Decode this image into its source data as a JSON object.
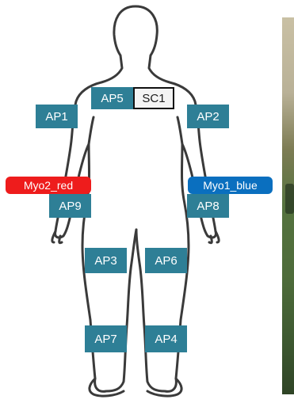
{
  "labels": {
    "ap1": "AP1",
    "ap2": "AP2",
    "ap3": "AP3",
    "ap4": "AP4",
    "ap5": "AP5",
    "ap6": "AP6",
    "ap7": "AP7",
    "ap8": "AP8",
    "ap9": "AP9",
    "sc1": "SC1",
    "myo1": "Myo1_blue",
    "myo2": "Myo2_red"
  },
  "colors": {
    "ap_box": "#2e7f96",
    "sc1_box": "#f4f4f4",
    "myo1": "#0a6fbf",
    "myo2": "#ee1c1c",
    "outline": "#3a3a3a"
  },
  "icons": {
    "figure": "human-body-outline-icon",
    "photo": "photo-strip"
  }
}
